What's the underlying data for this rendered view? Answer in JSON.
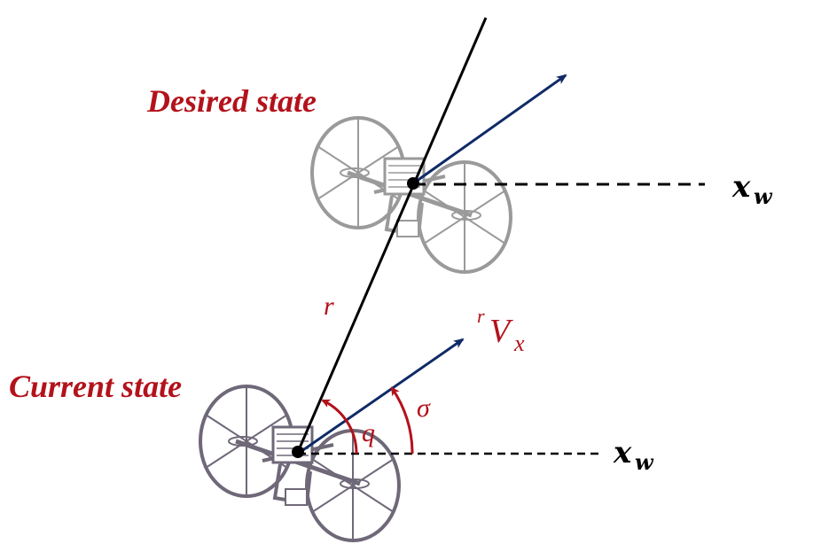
{
  "labels": {
    "desired_state": "Desired state",
    "current_state": "Current state",
    "range": "r",
    "velocity_super": "r",
    "velocity_main": "V",
    "velocity_sub": "x",
    "heading_angle": "σ",
    "los_angle": "q",
    "world_axis_main": "x",
    "world_axis_sub": "w"
  },
  "colors": {
    "label_red": "#b3121b",
    "arrow_navy": "#0f2a66",
    "line_black": "#000000",
    "drone_gray": "#9a9a9a",
    "drone_purple": "#6f6878"
  },
  "icons": {
    "desired_vehicle": "wheeled-quadrotor-icon",
    "current_vehicle": "wheeled-quadrotor-icon"
  }
}
